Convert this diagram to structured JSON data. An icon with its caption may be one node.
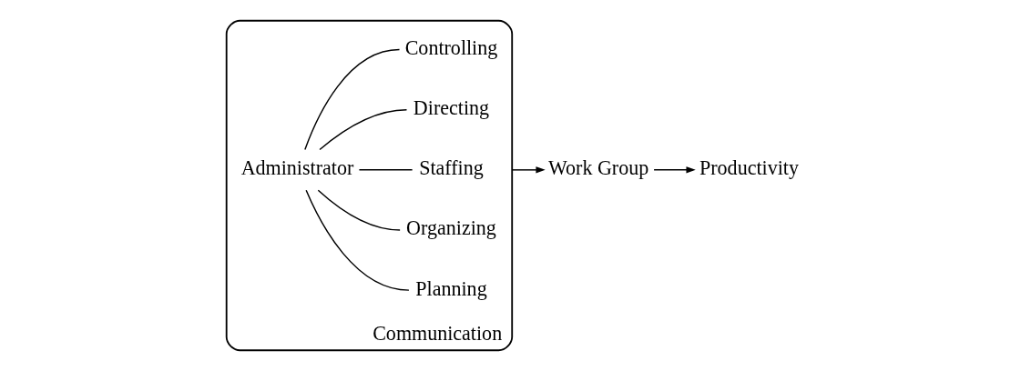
{
  "diagram": {
    "nodes": [
      {
        "text": [
          "Communication"
        ]
      },
      {
        "text": [
          "Administrator"
        ],
        "in": 0
      },
      {
        "text": [
          "Planning"
        ],
        "in": 0
      },
      {
        "text": [
          "Organizing"
        ],
        "in": 0
      },
      {
        "text": [
          "Staffing"
        ],
        "in": 0
      },
      {
        "text": [
          "Directing"
        ],
        "in": 0
      },
      {
        "text": [
          "Controlling"
        ],
        "in": 0
      },
      {
        "text": [
          "Work Group"
        ]
      },
      {
        "text": [
          "Productivity"
        ]
      }
    ],
    "edges": [
      {
        "from": 1,
        "to": 2,
        "arrow": "none"
      },
      {
        "from": 1,
        "to": 3,
        "arrow": "none"
      },
      {
        "from": 1,
        "to": 4,
        "arrow": "none"
      },
      {
        "from": 1,
        "to": 5,
        "arrow": "none"
      },
      {
        "from": 1,
        "to": 6,
        "arrow": "none"
      },
      {
        "from": 0,
        "to": 7,
        "arrow": "to"
      },
      {
        "from": 7,
        "to": 8,
        "arrow": "to"
      }
    ]
  }
}
